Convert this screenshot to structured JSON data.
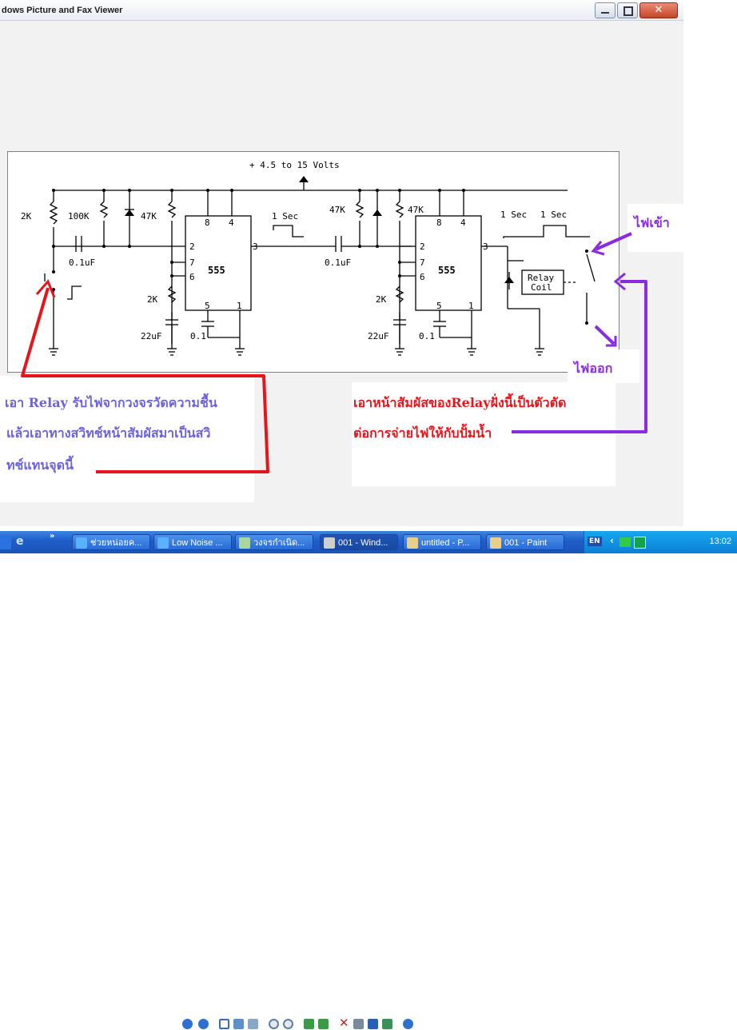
{
  "window": {
    "title": "dows Picture and Fax Viewer"
  },
  "circuit": {
    "supply": "+ 4.5 to 15 Volts",
    "labels": {
      "r1": "2K",
      "r2": "100K",
      "r3": "47K",
      "r4": "2K",
      "c1": "0.1uF",
      "c2": "22uF",
      "c3": "0.1",
      "ic1": "555",
      "pin8a": "8",
      "pin4a": "4",
      "pin2a": "2",
      "pin3a": "3",
      "pin7a": "7",
      "pin6a": "6",
      "pin5a": "5",
      "pin1a": "1",
      "sec1": "1 Sec",
      "r5": "47K",
      "r6": "47K",
      "c4": "0.1uF",
      "r7": "2K",
      "c5": "22uF",
      "c6": "0.1",
      "ic2": "555",
      "pin8b": "8",
      "pin4b": "4",
      "pin2b": "2",
      "pin3b": "3",
      "pin7b": "7",
      "pin6b": "6",
      "pin5b": "5",
      "pin1b": "1",
      "sec2": "1 Sec",
      "sec3": "1 Sec",
      "relay1": "Relay",
      "relay2": "Coil"
    }
  },
  "annotations": {
    "in_label": "ไฟเข้า",
    "out_label": "ไฟออก",
    "left_text": [
      "เอา Relay รับไฟจากวงจรวัดความชื้น",
      "แล้วเอาทางสวิทช์หน้าสัมผัสมาเป็นสวิ",
      "ทช์แทนจุดนี้"
    ],
    "right_text": [
      "เอาหน้าสัมผัสของRelayฝั่งนี้เป็นตัวตัด",
      "ต่อการจ่ายไฟให้กับปั้มน้ำ"
    ],
    "colors": {
      "red": "#e8141b",
      "purple": "#8a2be2",
      "left_text": "#6c63d8",
      "right_text": "#e8141b"
    }
  },
  "taskbar": {
    "tasks": [
      "ช่วยหน่อยค...",
      "Low Noise ...",
      "วงจรกำเนิด...",
      "001 - Wind...",
      "untitled - P...",
      "001 - Paint"
    ],
    "lang": "EN",
    "clock": "13:02"
  }
}
